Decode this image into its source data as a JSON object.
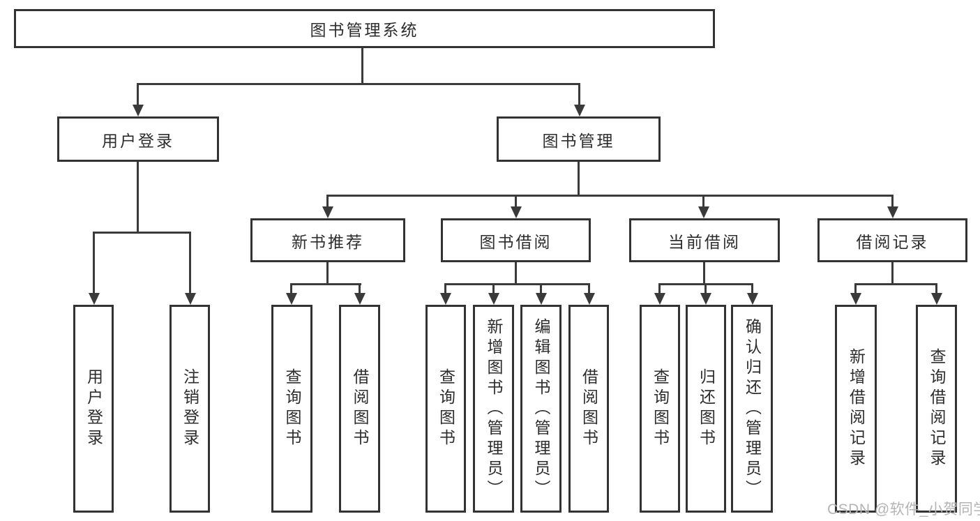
{
  "tree": {
    "root": {
      "label": "图书管理系统",
      "children": [
        {
          "label": "用户登录",
          "children": [
            {
              "label": "用户登录"
            },
            {
              "label": "注销登录"
            }
          ]
        },
        {
          "label": "图书管理",
          "children": [
            {
              "label": "新书推荐",
              "children": [
                {
                  "label": "查询图书"
                },
                {
                  "label": "借阅图书"
                }
              ]
            },
            {
              "label": "图书借阅",
              "children": [
                {
                  "label": "查询图书"
                },
                {
                  "label": "新增图书（管理员）"
                },
                {
                  "label": "编辑图书（管理员）"
                },
                {
                  "label": "借阅图书"
                }
              ]
            },
            {
              "label": "当前借阅",
              "children": [
                {
                  "label": "查询图书"
                },
                {
                  "label": "归还图书"
                },
                {
                  "label": "确认归还（管理员）"
                }
              ]
            },
            {
              "label": "借阅记录",
              "children": [
                {
                  "label": "新增借阅记录"
                },
                {
                  "label": "查询借阅记录"
                }
              ]
            }
          ]
        }
      ]
    }
  },
  "watermark": "CSDN @软件_小贺同学",
  "colors": {
    "line": "#3a3a3a",
    "text": "#2d2d2d",
    "box_border": "#333333",
    "background": "#ffffff",
    "watermark": "#b4b4b4"
  }
}
